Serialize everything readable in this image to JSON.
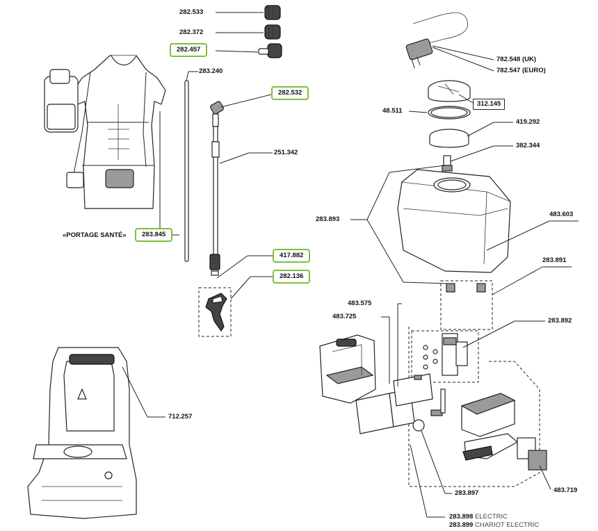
{
  "labels": {
    "p282533": "282.533",
    "p282372": "282.372",
    "p282457": "282.457",
    "p283240": "283.240",
    "p282532": "282.532",
    "p251342": "251.342",
    "p283845": "283.845",
    "portage": "«PORTAGE SANTÉ»",
    "p417882": "417.882",
    "p282136": "282.136",
    "p712257": "712.257",
    "p782548": "782.548 (UK)",
    "p782547": "782.547 (EURO)",
    "p48511": "48.511",
    "p312145": "312.145",
    "p419292": "419.292",
    "p382344": "382.344",
    "p283893": "283.893",
    "p483603": "483.603",
    "p283891": "283.891",
    "p483575": "483.575",
    "p483725": "483.725",
    "p283892": "283.892",
    "p283897": "283.897",
    "p483719": "483.719",
    "p283898": "283.898",
    "electric": "ELECTRIC",
    "p283899": "283.899",
    "chariot": "CHARIOT ELECTRIC"
  },
  "colors": {
    "highlight_border": "#7dc03b",
    "line": "#222222",
    "background": "#ffffff"
  }
}
